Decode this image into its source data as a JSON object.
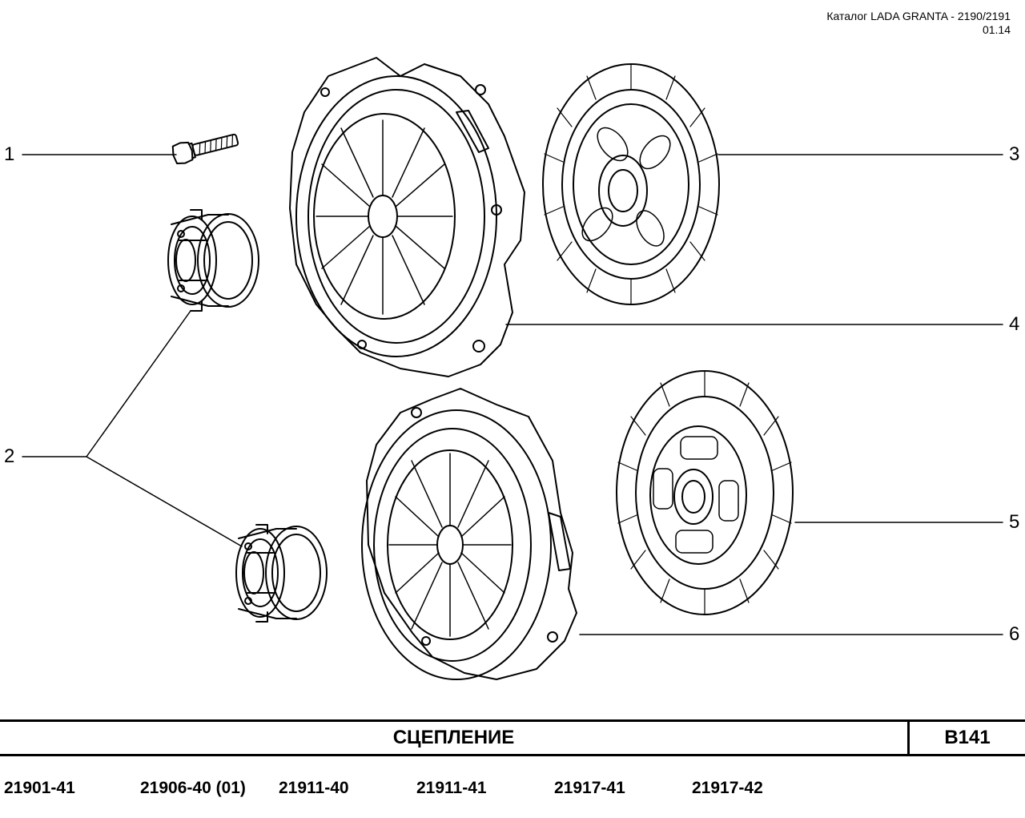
{
  "header": {
    "catalog": "Каталог  LADA  GRANTA - 2190/2191",
    "date": "01.14"
  },
  "callouts": [
    "1",
    "2",
    "3",
    "4",
    "5",
    "6"
  ],
  "title": "СЦЕПЛЕНИЕ",
  "page_code": "B141",
  "models": [
    "21901-41",
    "21906-40 (01)",
    "21911-40",
    "21911-41",
    "21917-41",
    "21917-42"
  ]
}
